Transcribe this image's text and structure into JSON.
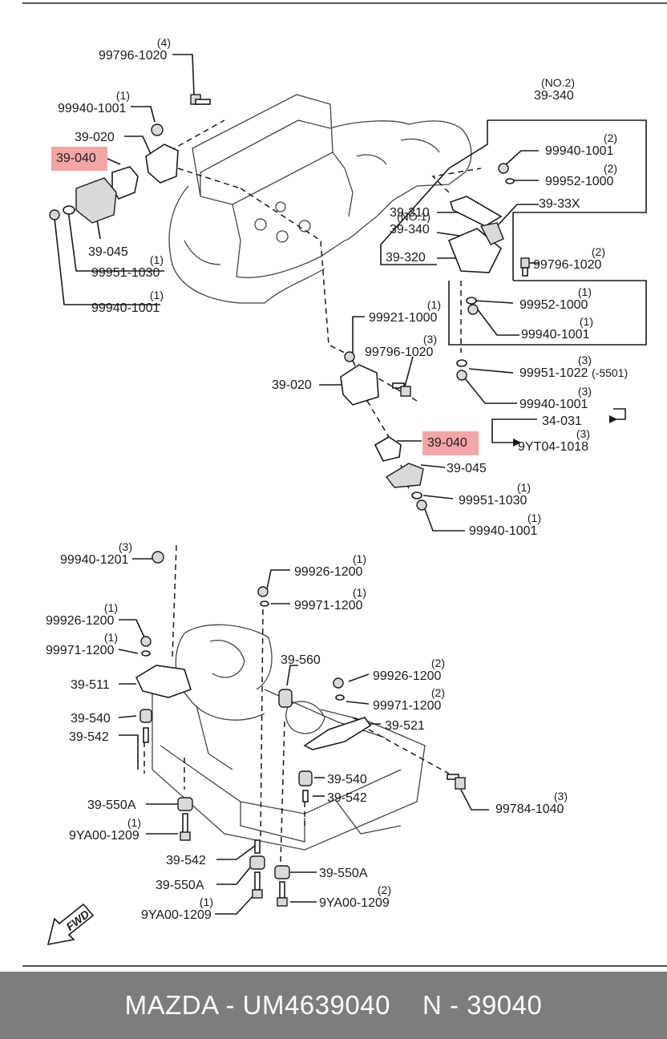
{
  "labels": [
    {
      "id": "l1",
      "text": "99796-1020",
      "qty": "(4)"
    },
    {
      "id": "l2",
      "text": "99940-1001",
      "qty": "(1)"
    },
    {
      "id": "l3",
      "text": "39-020",
      "qty": ""
    },
    {
      "id": "l4",
      "text": "39-040",
      "qty": "",
      "hl": true
    },
    {
      "id": "l5",
      "text": "39-045",
      "qty": ""
    },
    {
      "id": "l6",
      "text": "99951-1030",
      "qty": "(1)"
    },
    {
      "id": "l7",
      "text": "99940-1001",
      "qty": "(1)"
    },
    {
      "id": "l8",
      "text": "39-340",
      "qty": "(NO.2)"
    },
    {
      "id": "l9",
      "text": "99940-1001",
      "qty": "(2)"
    },
    {
      "id": "l10",
      "text": "99952-1000",
      "qty": "(2)"
    },
    {
      "id": "l11",
      "text": "39-310",
      "qty": ""
    },
    {
      "id": "l12",
      "text": "39-33X",
      "qty": ""
    },
    {
      "id": "l13",
      "text": "39-340",
      "qty": "(NO.1)"
    },
    {
      "id": "l14",
      "text": "39-320",
      "qty": ""
    },
    {
      "id": "l15",
      "text": "99796-1020",
      "qty": "(2)"
    },
    {
      "id": "l16",
      "text": "99952-1000",
      "qty": "(1)"
    },
    {
      "id": "l17",
      "text": "99940-1001",
      "qty": "(1)"
    },
    {
      "id": "l18",
      "text": "99921-1000",
      "qty": "(1)"
    },
    {
      "id": "l19",
      "text": "99796-1020",
      "qty": "(3)"
    },
    {
      "id": "l20",
      "text": "39-020",
      "qty": ""
    },
    {
      "id": "l21",
      "text": "99951-1022",
      "qty": "(3)",
      "suffix": "(-5501)"
    },
    {
      "id": "l22",
      "text": "99940-1001",
      "qty": "(3)"
    },
    {
      "id": "l23",
      "text": "34-031",
      "qty": ""
    },
    {
      "id": "l24",
      "text": "9YT04-1018",
      "qty": "(3)"
    },
    {
      "id": "l25",
      "text": "39-040",
      "qty": "",
      "hl": true
    },
    {
      "id": "l26",
      "text": "39-045",
      "qty": ""
    },
    {
      "id": "l27",
      "text": "99951-1030",
      "qty": "(1)"
    },
    {
      "id": "l28",
      "text": "99940-1001",
      "qty": "(1)"
    },
    {
      "id": "l29",
      "text": "99940-1201",
      "qty": "(3)"
    },
    {
      "id": "l30",
      "text": "99926-1200",
      "qty": "(1)"
    },
    {
      "id": "l31",
      "text": "99971-1200",
      "qty": "(1)"
    },
    {
      "id": "l32",
      "text": "99926-1200",
      "qty": "(1)"
    },
    {
      "id": "l33",
      "text": "99971-1200",
      "qty": "(1)"
    },
    {
      "id": "l34",
      "text": "39-560",
      "qty": ""
    },
    {
      "id": "l35",
      "text": "99926-1200",
      "qty": "(2)"
    },
    {
      "id": "l36",
      "text": "39-511",
      "qty": ""
    },
    {
      "id": "l37",
      "text": "99971-1200",
      "qty": "(2)"
    },
    {
      "id": "l38",
      "text": "39-540",
      "qty": ""
    },
    {
      "id": "l39",
      "text": "39-521",
      "qty": ""
    },
    {
      "id": "l40",
      "text": "39-542",
      "qty": ""
    },
    {
      "id": "l41",
      "text": "39-540",
      "qty": ""
    },
    {
      "id": "l42",
      "text": "39-542",
      "qty": ""
    },
    {
      "id": "l43",
      "text": "39-550A",
      "qty": ""
    },
    {
      "id": "l44",
      "text": "99784-1040",
      "qty": "(3)"
    },
    {
      "id": "l45",
      "text": "9YA00-1209",
      "qty": "(1)"
    },
    {
      "id": "l46",
      "text": "39-542",
      "qty": ""
    },
    {
      "id": "l47",
      "text": "39-550A",
      "qty": ""
    },
    {
      "id": "l48",
      "text": "39-550A",
      "qty": ""
    },
    {
      "id": "l49",
      "text": "9YA00-1209",
      "qty": "(1)"
    },
    {
      "id": "l50",
      "text": "9YA00-1209",
      "qty": "(2)"
    }
  ],
  "fwd_label": "FWD",
  "footer": {
    "brand_part": "MAZDA - UM4639040",
    "ref": "N - 39040"
  }
}
